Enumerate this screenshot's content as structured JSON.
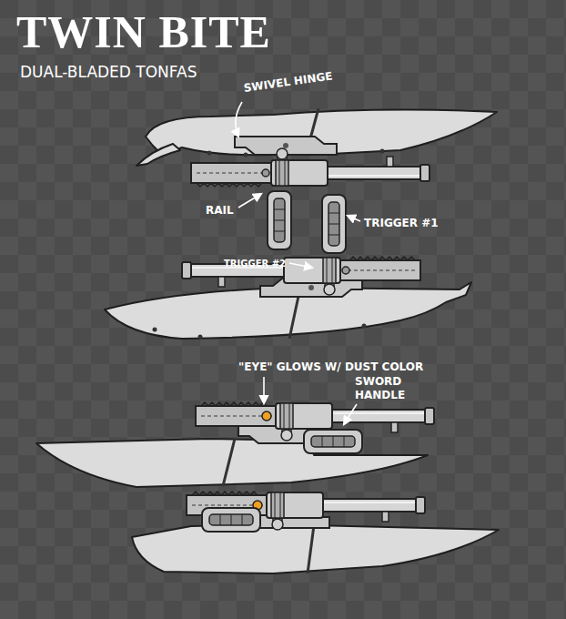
{
  "diagram": {
    "title": "TWIN BITE",
    "labels": [
      "DUAL-BLADED TONFAS",
      "SWIVEL HINGE",
      "RAIL",
      "TRIGGER #1",
      "TRIGGER #2",
      "\"EYE\" GLOWS W/ DUST COLOR",
      "SWORD HANDLE"
    ]
  }
}
